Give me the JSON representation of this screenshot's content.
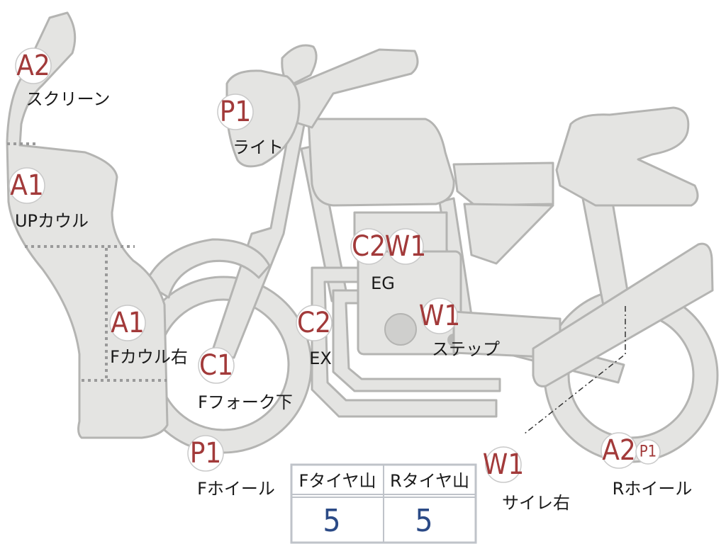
{
  "labels": {
    "screen": "スクリーン",
    "up_cowl": "UPカウル",
    "f_cowl_right": "Fカウル右",
    "light": "ライト",
    "f_fork_lower": "Fフォーク下",
    "f_wheel": "Fホイール",
    "eg": "EG",
    "ex": "EX",
    "step": "ステップ",
    "muffler_right": "サイレ右",
    "r_wheel": "Rホイール"
  },
  "badges": {
    "screen": "A2",
    "up_cowl": "A1",
    "f_cowl_right": "A1",
    "light": "P1",
    "f_fork_lower": "C1",
    "f_wheel": "P1",
    "eg_c": "C2",
    "eg_w": "W1",
    "ex": "C2",
    "step": "W1",
    "muffler_right": "W1",
    "r_wheel_a": "A2",
    "r_wheel_p": "P1"
  },
  "tread_table": {
    "headers": [
      "Fタイヤ山",
      "Rタイヤ山"
    ],
    "values": [
      "5",
      "5"
    ]
  }
}
